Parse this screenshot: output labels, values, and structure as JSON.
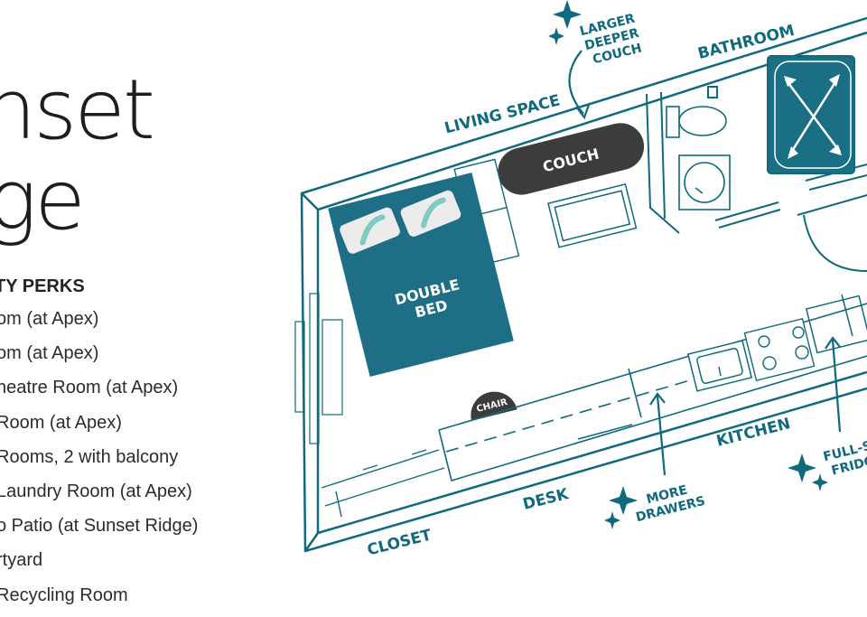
{
  "title": {
    "line1": "nset",
    "line2": "ge"
  },
  "perks": {
    "heading": "TY PERKS",
    "items": [
      "om (at Apex)",
      "om (at Apex)",
      "heatre Room (at Apex)",
      "Room (at Apex)",
      "Rooms, 2 with balcony",
      "Laundry Room (at Apex)",
      "o Patio (at Sunset Ridge)",
      "rtyard",
      "Recycling Room"
    ]
  },
  "floorplan": {
    "colors": {
      "wall": "#0f6a7d",
      "bed": "#1e6f85",
      "couch": "#3c3c3c",
      "shower": "#1b6f84",
      "pillow": "#ececec",
      "pillow_leaf": "#7fcbc4"
    },
    "labels": {
      "larger_couch": [
        "LARGER",
        "DEEPER",
        "COUCH"
      ],
      "bathroom": "BATHROOM",
      "living_space": "LIVING SPACE",
      "couch": "COUCH",
      "double_bed": [
        "DOUBLE",
        "BED"
      ],
      "chair": "CHAIR",
      "kitchen": "KITCHEN",
      "fridge": [
        "FULL-S",
        "FRIDG"
      ],
      "more_drawers": [
        "MORE",
        "DRAWERS"
      ],
      "desk": "DESK",
      "closet": "CLOSET"
    }
  }
}
